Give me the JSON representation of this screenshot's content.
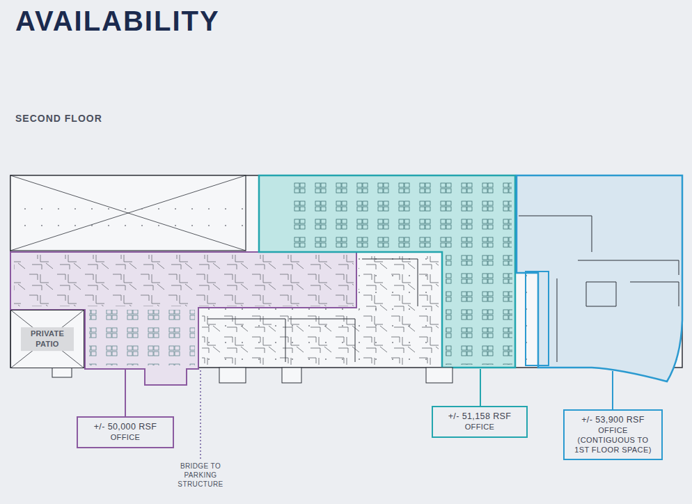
{
  "diagram": {
    "title": "AVAILABILITY",
    "nodes": [
      {
        "text": [
          "PRIVATE PATIO"
        ]
      },
      {
        "text": [
          "+/- 50,000 RSF",
          "OFFICE"
        ]
      },
      {
        "text": [
          "+/- 51,158 RSF",
          "OFFICE"
        ]
      },
      {
        "text": [
          "+/- 53,900 RSF",
          "OFFICE (CONTIGUOUS TO 1ST FLOOR SPACE)"
        ]
      }
    ],
    "labels": [
      "SECOND FLOOR",
      "BRIDGE TO PARKING STRUCTURE"
    ]
  }
}
